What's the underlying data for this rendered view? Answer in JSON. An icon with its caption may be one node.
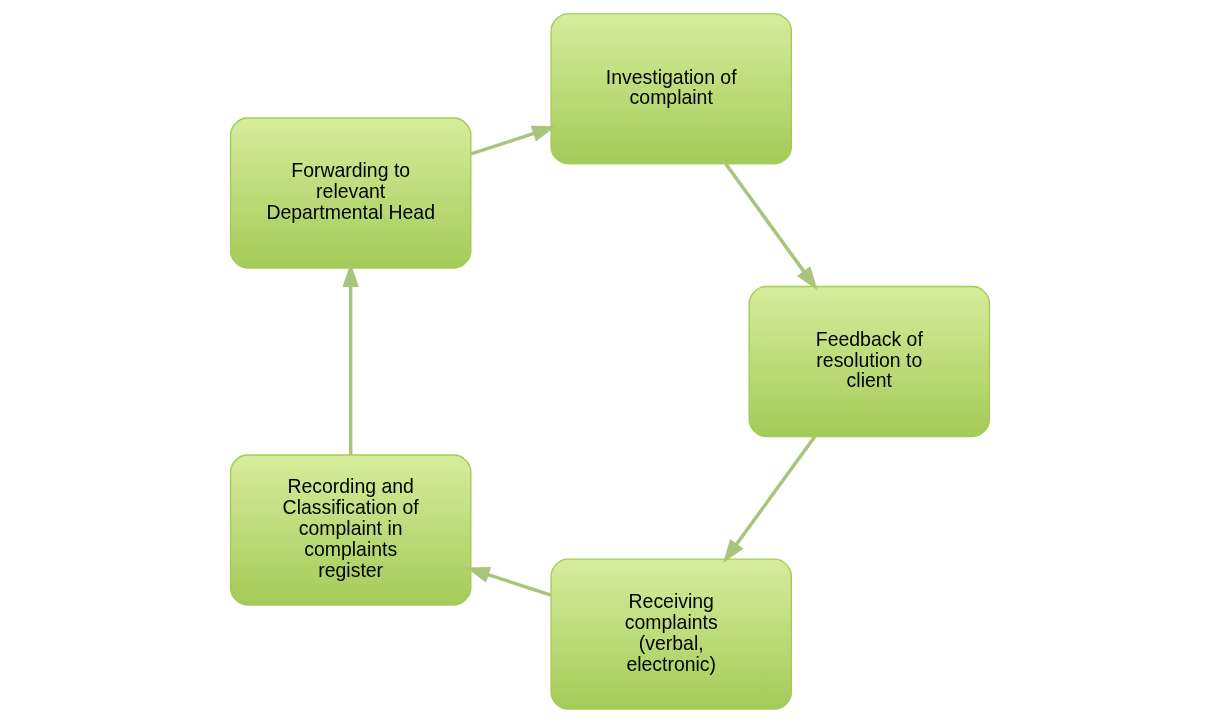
{
  "diagram": {
    "nodes": [
      {
        "text": [
          "Receiving complaints (verbal, electronic)"
        ]
      },
      {
        "text": [
          "Recording and Classification of complaint in complaints register"
        ]
      },
      {
        "text": [
          "Forwarding to relevant Departmental Head"
        ]
      },
      {
        "text": [
          "Investigation of complaint"
        ]
      },
      {
        "text": [
          "Feedback of resolution to client"
        ]
      }
    ],
    "edges": [
      {
        "from": 0,
        "to": 1,
        "arrow": "to"
      },
      {
        "from": 1,
        "to": 2,
        "arrow": "to"
      },
      {
        "from": 2,
        "to": 3,
        "arrow": "to"
      },
      {
        "from": 3,
        "to": 4,
        "arrow": "to"
      },
      {
        "from": 4,
        "to": 0,
        "arrow": "to"
      }
    ]
  }
}
